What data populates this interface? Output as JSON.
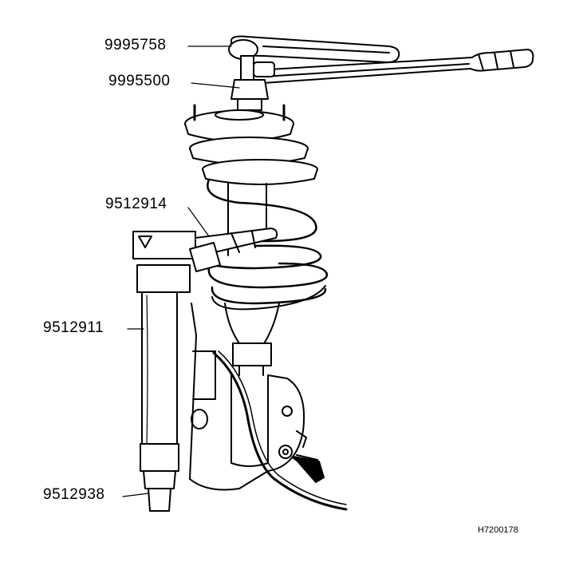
{
  "labels": {
    "part_9995758": "9995758",
    "part_9995500": "9995500",
    "part_9512914": "9512914",
    "part_9512911": "9512911",
    "part_9512938": "9512938"
  },
  "figure_id": "H7200178",
  "colors": {
    "ink": "#000000",
    "paper": "#ffffff",
    "shade": "#e8e8e8"
  }
}
